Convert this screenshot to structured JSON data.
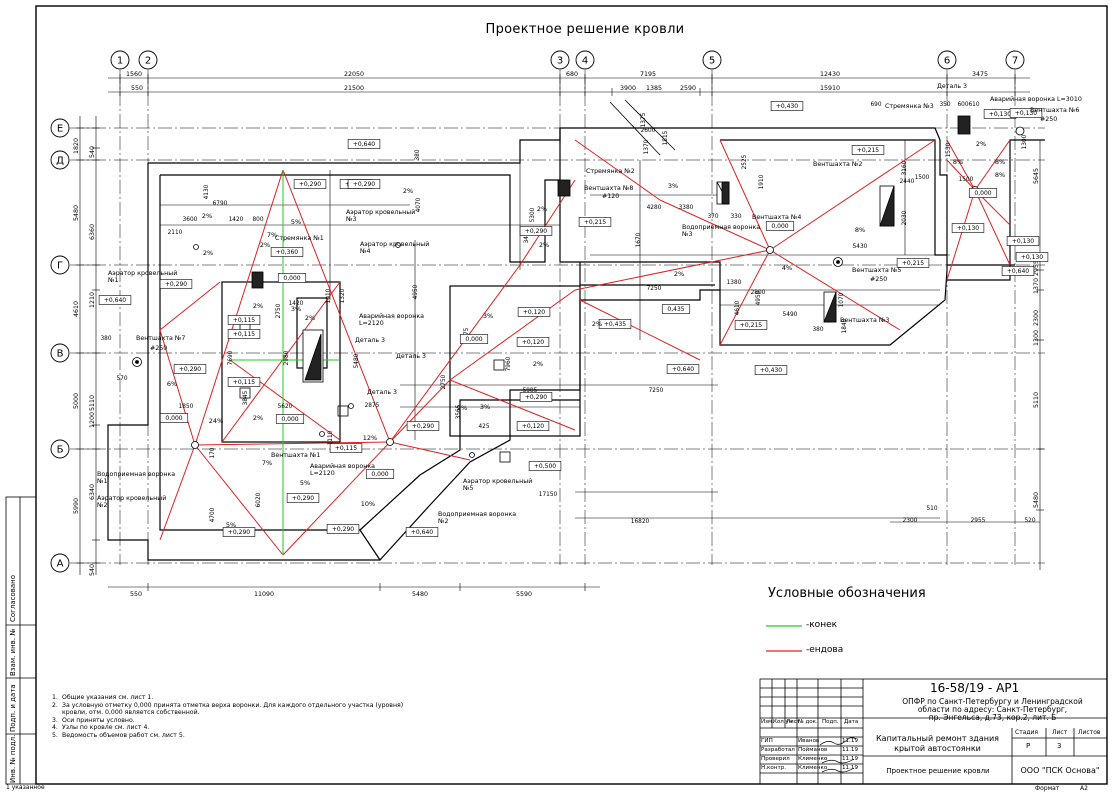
{
  "sheet": {
    "title": "Проектное решение кровли",
    "format_label": "Формат",
    "format_value": "A2",
    "bottom_left_note": "1 указанное"
  },
  "axes": {
    "numbered": [
      {
        "label": "1"
      },
      {
        "label": "2"
      },
      {
        "label": "3"
      },
      {
        "label": "4"
      },
      {
        "label": "5"
      },
      {
        "label": "6"
      },
      {
        "label": "7"
      }
    ],
    "lettered": [
      {
        "label": "Е"
      },
      {
        "label": "Д"
      },
      {
        "label": "Г"
      },
      {
        "label": "В"
      },
      {
        "label": "Б"
      },
      {
        "label": "А"
      }
    ]
  },
  "dimensions": {
    "top_row1": [
      "1560",
      "22050",
      "680",
      "7195",
      "12430",
      "3475"
    ],
    "top_row2": [
      "550",
      "21500",
      "3900",
      "1385",
      "2590",
      "15910"
    ],
    "left_col1": [
      "1820",
      "5480",
      "4610",
      "5000",
      "5990"
    ],
    "left_col2": [
      "540",
      "6360",
      "1210",
      "5110",
      "1200",
      "6340",
      "540"
    ],
    "right_col": [
      "5645",
      "2955",
      "1370",
      "2300",
      "1300",
      "5110",
      "5480"
    ],
    "bottom_row": [
      "550",
      "11090",
      "5480",
      "5590"
    ],
    "inner": [
      "4130",
      "6790",
      "3600",
      "1420",
      "800",
      "2110",
      "4070",
      "380",
      "5300",
      "1420",
      "2750",
      "7690",
      "2980",
      "5620",
      "3845",
      "2875",
      "5480",
      "4950",
      "1010",
      "1320",
      "4075",
      "7960",
      "3565",
      "5985",
      "7250",
      "17150",
      "16820",
      "4280",
      "3380",
      "1670",
      "2525",
      "3160",
      "2440",
      "1500",
      "5430",
      "2030",
      "4610",
      "2800",
      "5490",
      "4950",
      "3410",
      "1370",
      "1380",
      "1910",
      "2300",
      "2955",
      "520",
      "510",
      "1850",
      "570",
      "380",
      "170",
      "1110",
      "6020",
      "4700",
      "425",
      "1070",
      "7250",
      "1840",
      "690",
      "350",
      "600",
      "610",
      "1530",
      "2750",
      "1375",
      "1815",
      "1300",
      "2600",
      "1500",
      "380",
      "330",
      "370"
    ]
  },
  "levels": [
    "+0,640",
    "+0,290",
    "+0,360",
    "0,000",
    "+0,290",
    "+0,115",
    "+0,115",
    "+0,115",
    "+0,290",
    "0,000",
    "+0,640",
    "+0,290",
    "+0,290",
    "+0,290",
    "0,000",
    "+0,115",
    "+0,290",
    "+0,290",
    "0,000",
    "+0,640",
    "+0,120",
    "0,000",
    "+0,120",
    "+0,290",
    "+0,120",
    "+0,500",
    "+0,290",
    "+0,215",
    "+0,435",
    "0,435",
    "+0,640",
    "+0,430",
    "+0,215",
    "0,000",
    "+0,215",
    "+0,430",
    "+0,215",
    "+0,130",
    "0,000",
    "+0,130",
    "+0,130",
    "+0,640",
    "+0,130",
    "+0,130",
    "+0,290"
  ],
  "slopes": [
    "5%",
    "2%",
    "7%",
    "2%",
    "3%",
    "2%",
    "2%",
    "6%",
    "24%",
    "7%",
    "5%",
    "10%",
    "5%",
    "3%",
    "3%",
    "9%",
    "12%",
    "2%",
    "2%",
    "2%",
    "2%",
    "3%",
    "2%",
    "4%",
    "2%",
    "8%",
    "8%",
    "8%",
    "8%",
    "2%",
    "2%",
    "2%"
  ],
  "callouts": {
    "aerator1": "Аэратор кровельный №1",
    "aerator2": "Аэратор кровельный №2",
    "aerator3": "Аэратор кровельный №3",
    "aerator4": "Аэратор кровельный №4",
    "aerator5": "Аэратор кровельный №5",
    "vent7": "Вентшахта №7",
    "vent7_size": "#250",
    "vent8": "Вентшахта №8",
    "vent8_size": "#120",
    "vent1": "Вентшахта №1",
    "vent2": "Вентшахта №2",
    "vent3": "Вентшахта №3",
    "vent4": "Вентшахта №4",
    "vent5": "Вентшахта №5",
    "vent5_size": "#250",
    "vent6": "Вентшахта №6",
    "vent6_size": "#250",
    "ladder1": "Стремянка №1",
    "ladder2": "Стремянка №2",
    "ladder3": "Стремянка №3",
    "drain1": "Водоприемная воронка №1",
    "drain2": "Водоприемная воронка №2",
    "drain3": "Водоприемная воронка №3",
    "emerg1": "Аварийная воронка L=2120",
    "emerg2": "Аварийная воронка L=2120",
    "emerg3": "Аварийная воронка L=3010",
    "detail3": "Деталь 3"
  },
  "legend": {
    "title": "Условные обозначения",
    "items": [
      {
        "label": "-конек",
        "color": "#22cc22"
      },
      {
        "label": "-ендова",
        "color": "#e02020"
      }
    ]
  },
  "notes": [
    {
      "num": "1.",
      "text": "Общие указания см. лист 1."
    },
    {
      "num": "2.",
      "text": "За условную отметку 0,000 принята отметка верха воронки. Для каждого отдельного участка (уровня)"
    },
    {
      "num": "",
      "text": "кровли, отм. 0,000 является собственной."
    },
    {
      "num": "3.",
      "text": "Оси приняты условно."
    },
    {
      "num": "4.",
      "text": "Узлы по кровле см. лист 4."
    },
    {
      "num": "5.",
      "text": "Ведомость объемов работ см. лист 5."
    }
  ],
  "side_stamp": [
    "Согласовано",
    "Взам. инв. №",
    "Подп. и дата",
    "Инв. № подл."
  ],
  "title_block": {
    "code": "16-58/19 - АР1",
    "object_line1": "ОПФР по Санкт-Петербургу и Ленинградской",
    "object_line2": "области по адресу: Санкт-Петербург,",
    "object_line3": "пр. Энгельса, д.73, кор.2, лит. Б",
    "headers": [
      "Изм.",
      "Кол.уч.",
      "Лист",
      "№ док.",
      "Подп.",
      "Дата"
    ],
    "roles": [
      {
        "role": "ГИП",
        "name": "Иванов",
        "date": "11.19"
      },
      {
        "role": "Разработал",
        "name": "Пойманов",
        "date": "11.19"
      },
      {
        "role": "Проверил",
        "name": "Клименко",
        "date": "11.19"
      },
      {
        "role": "Н.контр.",
        "name": "Клименко",
        "date": "11.19"
      }
    ],
    "work_title_line1": "Капитальный ремонт здания",
    "work_title_line2": "крытой автостоянки",
    "stage_label": "Стадия",
    "stage_value": "Р",
    "sheet_label": "Лист",
    "sheet_value": "3",
    "sheets_label": "Листов",
    "sheets_value": "",
    "drawing_title": "Проектное решение кровли",
    "company": "ООО \"ПСК Основа\""
  }
}
